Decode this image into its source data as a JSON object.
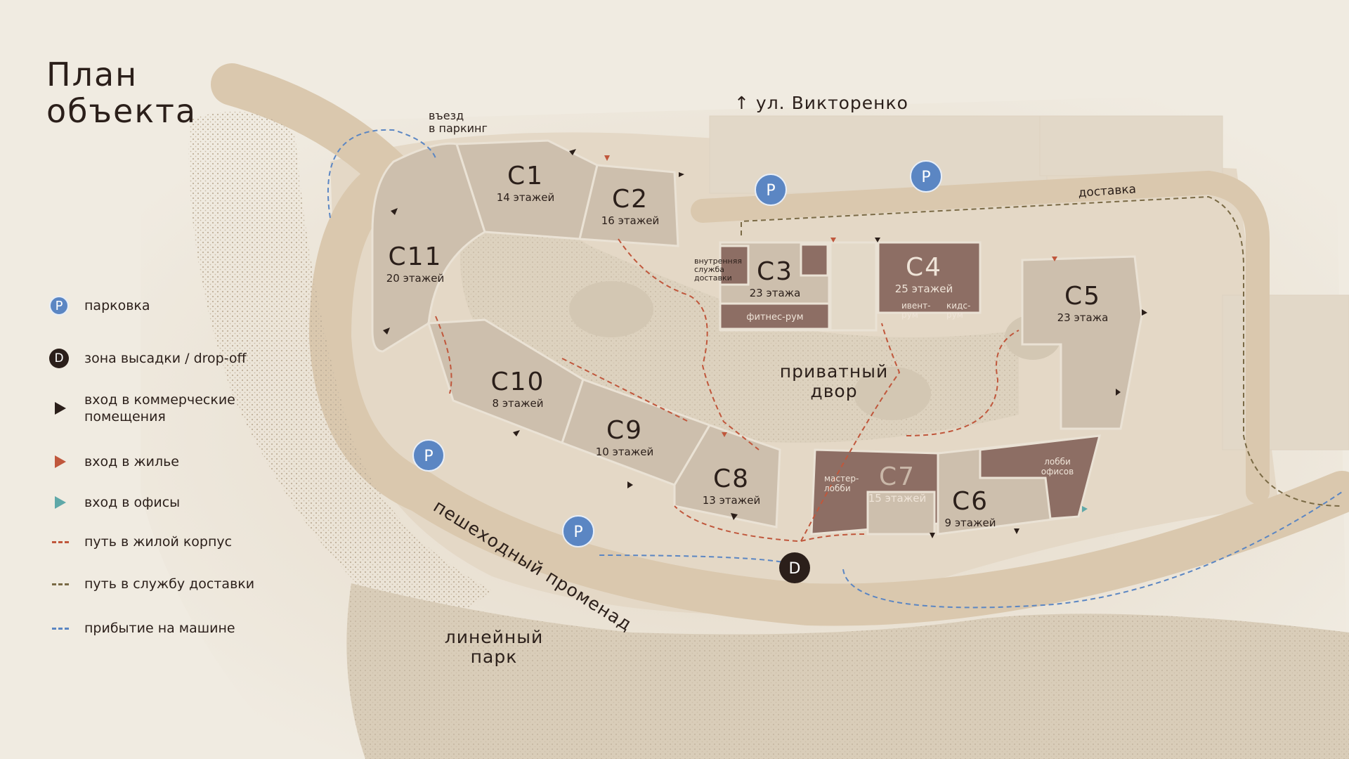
{
  "title": "План\nобъекта",
  "colors": {
    "background": "#f0ebe1",
    "ground": "#e6dbcb",
    "road": "#dcc9b0",
    "green": "#d8cdb9",
    "building_light": "#cfc2b0",
    "building_dark": "#8d6e64",
    "parking": "#5b86c3",
    "residential": "#c0573c",
    "office": "#5fa8a8",
    "delivery": "#7a6a45",
    "car": "#5b86c3"
  },
  "legend": [
    {
      "icon": "parking-badge",
      "badge": "P",
      "label": "парковка"
    },
    {
      "icon": "dropoff-badge",
      "badge": "D",
      "label": "зона высадки / drop-off"
    },
    {
      "icon": "commercial-entrance-triangle",
      "label": "вход в коммерческие помещения",
      "color": "#2b1f1a"
    },
    {
      "icon": "residential-entrance-triangle",
      "label": "вход в жилье",
      "color": "#c0573c"
    },
    {
      "icon": "office-entrance-triangle",
      "label": "вход в офисы",
      "color": "#5fa8a8"
    },
    {
      "icon": "residential-path-dash",
      "label": "путь в жилой корпус",
      "color": "#c0573c"
    },
    {
      "icon": "delivery-path-dash",
      "label": "путь в службу доставки",
      "color": "#7a6a45"
    },
    {
      "icon": "car-path-dash",
      "label": "прибытие на машине",
      "color": "#5b86c3"
    }
  ],
  "map_labels": {
    "street": "ул. Викторенко",
    "parking_entry": "въезд\nв паркинг",
    "delivery": "доставка",
    "courtyard": "приватный\nдвор",
    "promenade": "пешеходный променад",
    "linear_park": "линейный\nпарк",
    "internal_delivery": "внутренняя\nслужба\nдоставки",
    "fitness": "фитнес-рум",
    "event_room": "ивент-\nрум",
    "kids_room": "кидс-\nрум",
    "master_lobby": "мастер-\nлобби",
    "office_lobby": "лобби\nофисов",
    "parking_badge": "P",
    "dropoff_badge": "D"
  },
  "buildings": [
    {
      "id": "C1",
      "name": "C1",
      "floors": "14 этажей"
    },
    {
      "id": "C2",
      "name": "C2",
      "floors": "16 этажей"
    },
    {
      "id": "C3",
      "name": "C3",
      "floors": "23 этажа"
    },
    {
      "id": "C4",
      "name": "C4",
      "floors": "25 этажей"
    },
    {
      "id": "C5",
      "name": "C5",
      "floors": "23 этажа"
    },
    {
      "id": "C6",
      "name": "C6",
      "floors": "9 этажей"
    },
    {
      "id": "C7",
      "name": "C7",
      "floors": "15 этажей"
    },
    {
      "id": "C8",
      "name": "C8",
      "floors": "13 этажей"
    },
    {
      "id": "C9",
      "name": "C9",
      "floors": "10 этажей"
    },
    {
      "id": "C10",
      "name": "C10",
      "floors": "8 этажей"
    },
    {
      "id": "C11",
      "name": "C11",
      "floors": "20 этажей"
    }
  ]
}
